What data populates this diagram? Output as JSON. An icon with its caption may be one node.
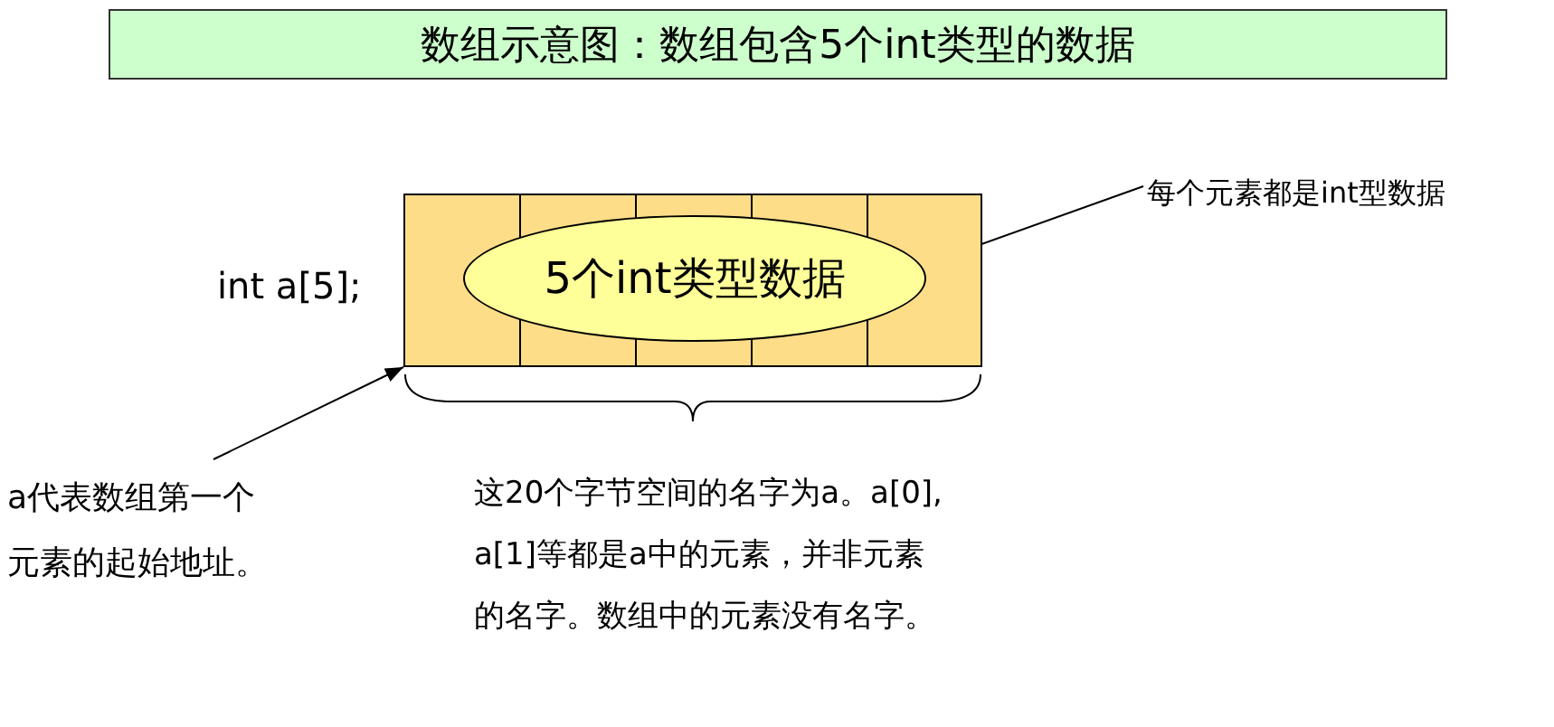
{
  "diagram": {
    "title": "数组示意图：数组包含5个int类型的数据",
    "nodes": [
      {
        "text": [],
        "shape": "box"
      },
      {
        "text": [
          "5个int类型数据"
        ],
        "in": 0
      },
      {
        "text": [
          "每个元素都是int型数据"
        ]
      },
      {
        "text": [
          "a代表数组第一个元素的起始地址。"
        ]
      }
    ],
    "edges": [
      {
        "from": 2,
        "to": 1,
        "arrow": "none"
      },
      {
        "from": 3,
        "to": 0,
        "arrow": "to"
      }
    ],
    "labels": [
      "int a[5];",
      "这20个字节空间的名字为a。a[0], a[1]等都是a中的元素，并非元素的名字。数组中的元素没有名字。"
    ]
  }
}
